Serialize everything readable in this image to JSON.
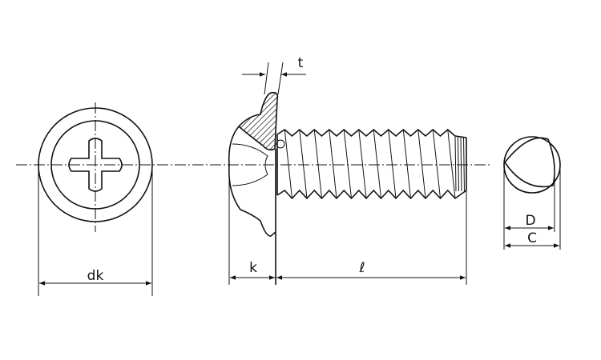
{
  "drawing": {
    "labels": {
      "head_diameter": "dk",
      "head_height": "k",
      "length": "ℓ",
      "washer_thickness": "t",
      "thread_diameter_inner": "D",
      "thread_diameter_outer": "C"
    }
  }
}
